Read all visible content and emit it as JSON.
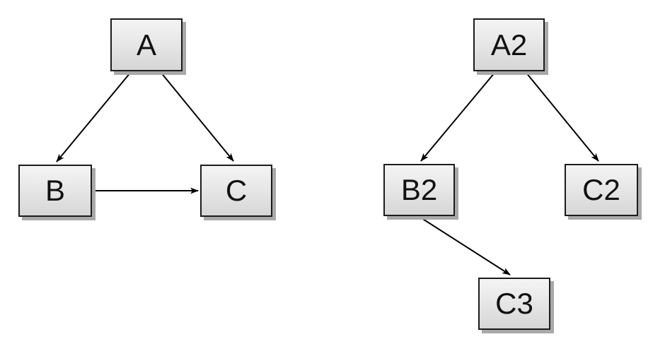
{
  "diagram": {
    "left_graph": {
      "nodes": [
        {
          "id": "A",
          "label": "A"
        },
        {
          "id": "B",
          "label": "B"
        },
        {
          "id": "C",
          "label": "C"
        }
      ],
      "edges": [
        {
          "from": "A",
          "to": "B"
        },
        {
          "from": "A",
          "to": "C"
        },
        {
          "from": "B",
          "to": "C"
        }
      ]
    },
    "right_graph": {
      "nodes": [
        {
          "id": "A2",
          "label": "A2"
        },
        {
          "id": "B2",
          "label": "B2"
        },
        {
          "id": "C2",
          "label": "C2"
        },
        {
          "id": "C3",
          "label": "C3"
        }
      ],
      "edges": [
        {
          "from": "A2",
          "to": "B2"
        },
        {
          "from": "A2",
          "to": "C2"
        },
        {
          "from": "B2",
          "to": "C3"
        }
      ]
    },
    "style": {
      "node_fill_top": "#f4f4f4",
      "node_fill_bottom": "#d6d6d6",
      "node_border": "#1c1c1c",
      "node_shadow": "#a9a9a9",
      "edge_color": "#000000",
      "background": "#ffffff"
    }
  }
}
